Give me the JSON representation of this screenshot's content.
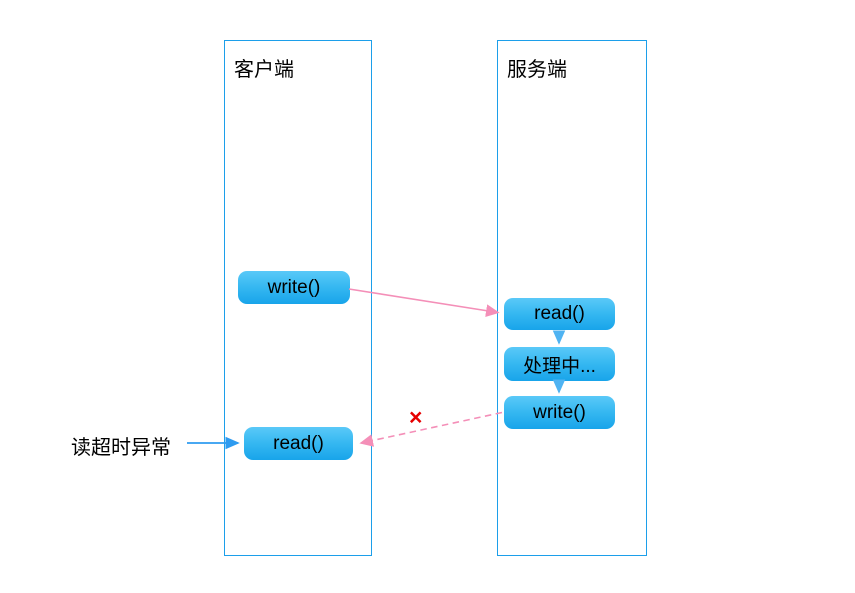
{
  "diagram": {
    "title": "client-server read timeout sequence",
    "colors": {
      "lane_border": "#1c9fea",
      "node_top": "#5ac9f8",
      "node_bottom": "#18a4ea",
      "node_text": "#000000",
      "message_arrow_pink": "#f48fb8",
      "flow_arrow_blue": "#4fb3f2",
      "label_arrow_blue": "#2e9bf0",
      "failure_mark_red": "#e60000"
    },
    "lanes": [
      {
        "id": "client",
        "title": "客户端"
      },
      {
        "id": "server",
        "title": "服务端"
      }
    ],
    "nodes": {
      "client_write": "write()",
      "client_read": "read()",
      "server_read": "read()",
      "server_processing": "处理中...",
      "server_write": "write()"
    },
    "annotations": {
      "timeout_label": "读超时异常",
      "failure_mark": "×"
    }
  }
}
